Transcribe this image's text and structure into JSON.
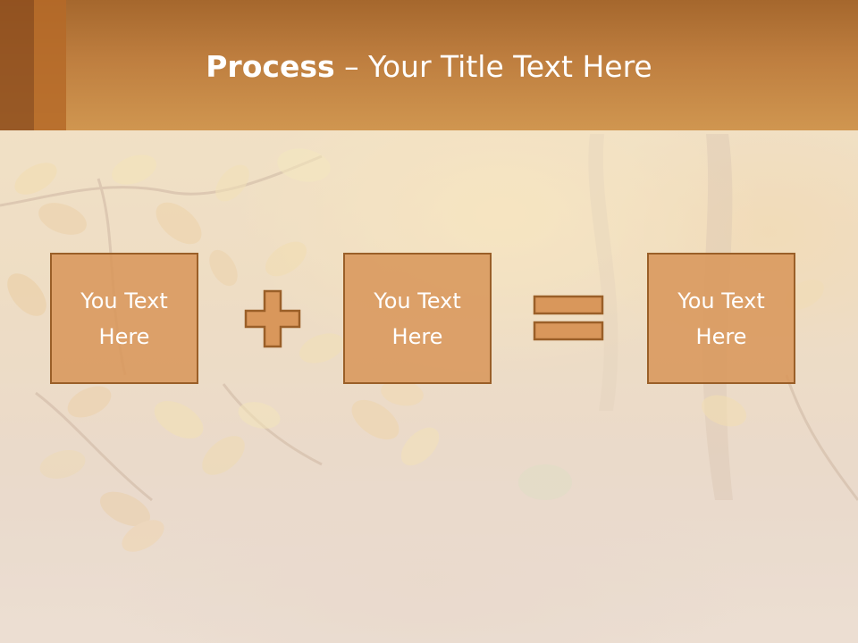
{
  "header": {
    "title_strong": "Process",
    "title_rest": " – Your Title Text Here"
  },
  "process": {
    "steps": [
      {
        "label": "You Text Here"
      },
      {
        "label": "You Text Here"
      },
      {
        "label": "You Text Here"
      }
    ],
    "operators": [
      "plus-icon",
      "equals-icon"
    ]
  },
  "colors": {
    "header": "#c58544",
    "box_fill": "#da975c",
    "box_border": "#9a5f28",
    "text": "#ffffff"
  }
}
